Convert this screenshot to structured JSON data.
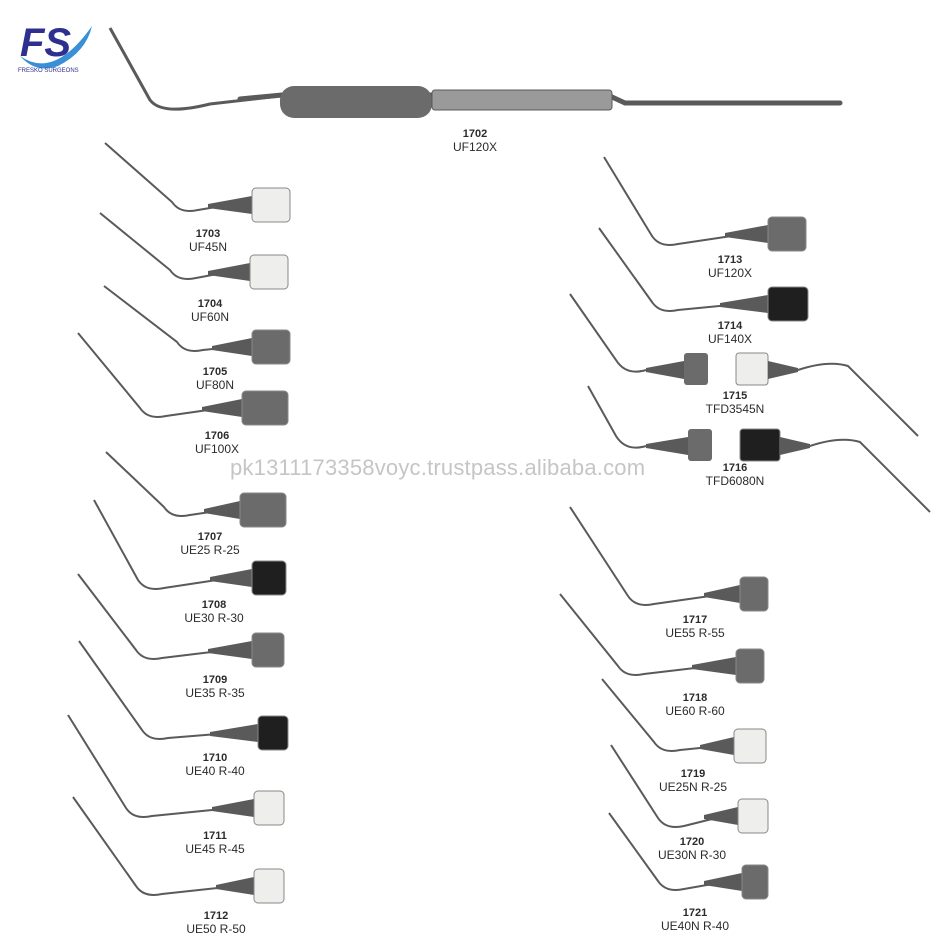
{
  "brand": {
    "monogram": "FS",
    "tagline": "FRESKO SURGEONS",
    "colors": {
      "primary": "#2e2f8f",
      "swoosh": "#3a8fd6"
    }
  },
  "watermark": "pk1311173358voyc.trustpass.alibaba.com",
  "colors": {
    "steel": "#5a5a5a",
    "steel_light": "#9a9a9a",
    "handle_grey": "#6b6b6b",
    "handle_dark": "#1f1f1f",
    "handle_white": "#eeeeec"
  },
  "instruments": [
    {
      "code": "1702",
      "model": "UF120X",
      "handle": "long"
    },
    {
      "code": "1703",
      "model": "UF45N",
      "handle": "white"
    },
    {
      "code": "1704",
      "model": "UF60N",
      "handle": "white"
    },
    {
      "code": "1705",
      "model": "UF80N",
      "handle": "grey"
    },
    {
      "code": "1706",
      "model": "UF100X",
      "handle": "grey"
    },
    {
      "code": "1707",
      "model": "UE25 R-25",
      "handle": "grey"
    },
    {
      "code": "1708",
      "model": "UE30 R-30",
      "handle": "dark"
    },
    {
      "code": "1709",
      "model": "UE35 R-35",
      "handle": "grey"
    },
    {
      "code": "1710",
      "model": "UE40 R-40",
      "handle": "dark"
    },
    {
      "code": "1711",
      "model": "UE45 R-45",
      "handle": "white"
    },
    {
      "code": "1712",
      "model": "UE50 R-50",
      "handle": "white"
    },
    {
      "code": "1713",
      "model": "UF120X",
      "handle": "grey"
    },
    {
      "code": "1714",
      "model": "UF140X",
      "handle": "dark"
    },
    {
      "code": "1715",
      "model": "TFD3545N",
      "handle": "double-grey-white"
    },
    {
      "code": "1716",
      "model": "TFD6080N",
      "handle": "double-grey-dark"
    },
    {
      "code": "1717",
      "model": "UE55 R-55",
      "handle": "grey"
    },
    {
      "code": "1718",
      "model": "UE60 R-60",
      "handle": "grey"
    },
    {
      "code": "1719",
      "model": "UE25N R-25",
      "handle": "white"
    },
    {
      "code": "1720",
      "model": "UE30N R-30",
      "handle": "white"
    },
    {
      "code": "1721",
      "model": "UE40N R-40",
      "handle": "grey"
    }
  ]
}
